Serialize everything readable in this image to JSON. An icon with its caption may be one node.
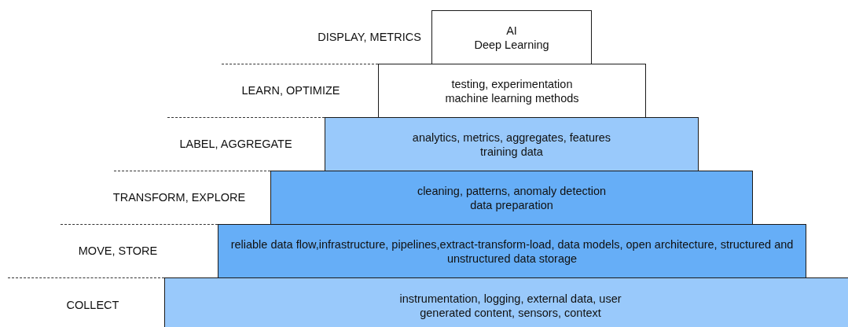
{
  "diagram": {
    "nodes": [
      {
        "text": [
          "AI",
          "Deep Learning"
        ]
      },
      {
        "text": [
          "testing, experimentation",
          "machine learning methods"
        ]
      },
      {
        "text": [
          "analytics, metrics, aggregates, features",
          "training data"
        ]
      },
      {
        "text": [
          "cleaning, patterns, anomaly detection",
          "data preparation"
        ]
      },
      {
        "text": [
          "reliable data flow,infrastructure, pipelines,extract-transform-load, data models, open architecture, structured and unstructured data storage"
        ]
      },
      {
        "text": [
          "instrumentation, logging, external data, user generated content, sensors, context"
        ]
      }
    ],
    "labels": [
      "DISPLAY, METRICS",
      "LEARN, OPTIMIZE",
      "LABEL, AGGREGATE",
      "TRANSFORM, EXPLORE",
      "MOVE, STORE",
      "COLLECT"
    ]
  }
}
